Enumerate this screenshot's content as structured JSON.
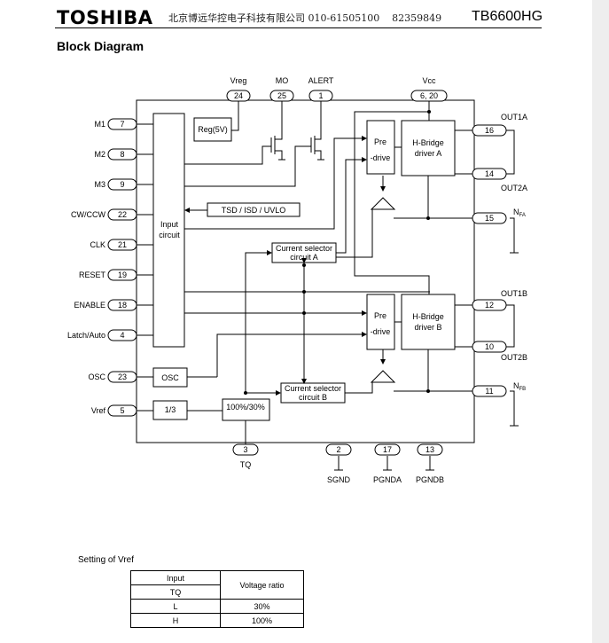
{
  "header": {
    "logo": "TOSHIBA",
    "contact": "北京博远华控电子科技有限公司 010-61505100    82359849",
    "part_number": "TB6600HG"
  },
  "title": "Block Diagram",
  "top_pins": [
    {
      "label": "Vreg",
      "num": "24"
    },
    {
      "label": "MO",
      "num": "25"
    },
    {
      "label": "ALERT",
      "num": "1"
    },
    {
      "label": "Vcc",
      "num": "6, 20"
    }
  ],
  "left_pins": [
    {
      "label": "M1",
      "num": "7"
    },
    {
      "label": "M2",
      "num": "8"
    },
    {
      "label": "M3",
      "num": "9"
    },
    {
      "label": "CW/CCW",
      "num": "22"
    },
    {
      "label": "CLK",
      "num": "21"
    },
    {
      "label": "RESET",
      "num": "19"
    },
    {
      "label": "ENABLE",
      "num": "18"
    },
    {
      "label": "Latch/Auto",
      "num": "4"
    },
    {
      "label": "OSC",
      "num": "23"
    },
    {
      "label": "Vref",
      "num": "5"
    }
  ],
  "right_pins": [
    {
      "label": "OUT1A",
      "num": "16"
    },
    {
      "label": "OUT2A",
      "num": "14"
    },
    {
      "label": "NFA_main",
      "num": "15"
    },
    {
      "label": "OUT1B",
      "num": "12"
    },
    {
      "label": "OUT2B",
      "num": "10"
    },
    {
      "label": "NFB_main",
      "num": "11"
    }
  ],
  "nf_labels": {
    "a_main": "N",
    "a_sub": "FA",
    "b_main": "N",
    "b_sub": "FB"
  },
  "bottom_pins": [
    {
      "label": "TQ",
      "num": "3"
    },
    {
      "label": "SGND",
      "num": "2"
    },
    {
      "label": "PGNDA",
      "num": "17"
    },
    {
      "label": "PGNDB",
      "num": "13"
    }
  ],
  "blocks": {
    "reg": "Reg(5V)",
    "input_1": "Input",
    "input_2": "circuit",
    "tsd": "TSD / ISD / UVLO",
    "cur_a_1": "Current selector",
    "cur_a_2": "circuit A",
    "cur_b_1": "Current selector",
    "cur_b_2": "circuit B",
    "pre_1": "Pre",
    "pre_2": "-drive",
    "hb_1": "H-Bridge",
    "hb_a_2": "driver A",
    "hb_b_2": "driver B",
    "osc": "OSC",
    "div": "1/3",
    "ratio": "100%/30%"
  },
  "vref_table": {
    "title": "Setting of Vref",
    "head_input": "Input",
    "head_tq": "TQ",
    "head_ratio": "Voltage ratio",
    "rows": [
      {
        "tq": "L",
        "ratio": "30%"
      },
      {
        "tq": "H",
        "ratio": "100%"
      }
    ]
  }
}
